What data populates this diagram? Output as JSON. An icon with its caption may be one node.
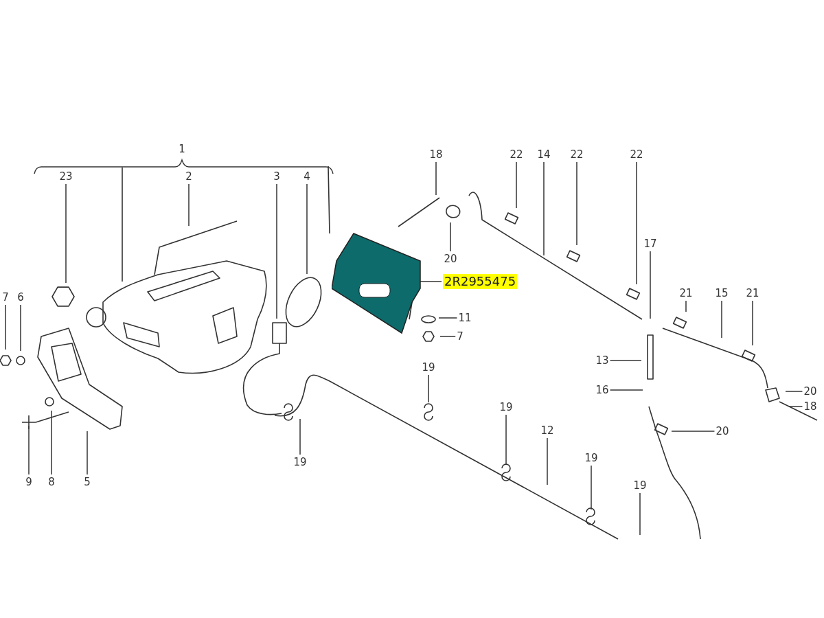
{
  "diagram": {
    "nodes": [
      {
        "text": [
          "18"
        ]
      },
      {
        "text": [
          "22"
        ]
      },
      {
        "text": [
          "14"
        ]
      },
      {
        "text": [
          "22"
        ]
      },
      {
        "text": [
          "22"
        ]
      },
      {
        "text": [
          "23"
        ]
      },
      {
        "text": [
          "2"
        ]
      },
      {
        "text": [
          "3"
        ]
      },
      {
        "text": [
          "4"
        ]
      },
      {
        "text": [
          "17"
        ]
      },
      {
        "text": [
          "20"
        ]
      },
      {
        "text": [
          "2R2955475"
        ]
      },
      {
        "text": [],
        "shape": "picture"
      },
      {
        "text": [
          "21"
        ]
      },
      {
        "text": [
          "15"
        ]
      },
      {
        "text": [
          "21"
        ]
      },
      {
        "text": [
          "7"
        ]
      },
      {
        "text": [
          "6"
        ]
      },
      {
        "text": [
          "11"
        ]
      },
      {
        "text": [
          "7"
        ]
      },
      {
        "text": [
          "13"
        ]
      },
      {
        "text": [
          "19"
        ]
      },
      {
        "text": [
          "16"
        ]
      },
      {
        "text": [
          "20"
        ]
      },
      {
        "text": [
          "18"
        ]
      },
      {
        "text": [
          "19"
        ]
      },
      {
        "text": [
          "12"
        ]
      },
      {
        "text": [
          "20"
        ]
      },
      {
        "text": [
          "19"
        ]
      },
      {
        "text": [
          "19"
        ]
      },
      {
        "text": [
          "9"
        ]
      },
      {
        "text": [
          "8"
        ]
      },
      {
        "text": [
          "5"
        ]
      },
      {
        "text": [
          "19"
        ]
      }
    ],
    "edges": [
      {
        "from": 0,
        "to": null,
        "arrow": "none"
      },
      {
        "from": 1,
        "to": null,
        "arrow": "none"
      },
      {
        "from": 2,
        "to": null,
        "arrow": "none"
      },
      {
        "from": 3,
        "to": null,
        "arrow": "none"
      },
      {
        "from": 4,
        "to": null,
        "arrow": "none"
      },
      {
        "from": 5,
        "to": null,
        "arrow": "none"
      },
      {
        "from": 6,
        "to": null,
        "arrow": "none"
      },
      {
        "from": 7,
        "to": null,
        "arrow": "none"
      },
      {
        "from": 8,
        "to": null,
        "arrow": "none"
      },
      {
        "from": 9,
        "to": null,
        "arrow": "none"
      },
      {
        "from": 10,
        "to": null,
        "arrow": "none"
      },
      {
        "from": 11,
        "to": 12,
        "arrow": "none"
      },
      {
        "from": 13,
        "to": null,
        "arrow": "none"
      },
      {
        "from": 14,
        "to": null,
        "arrow": "none"
      },
      {
        "from": 15,
        "to": null,
        "arrow": "none"
      },
      {
        "from": 16,
        "to": null,
        "arrow": "none"
      },
      {
        "from": 17,
        "to": null,
        "arrow": "none"
      },
      {
        "from": 18,
        "to": null,
        "arrow": "none"
      },
      {
        "from": 19,
        "to": null,
        "arrow": "none"
      },
      {
        "from": 20,
        "to": null,
        "arrow": "none"
      },
      {
        "from": 21,
        "to": null,
        "arrow": "none"
      },
      {
        "from": 22,
        "to": null,
        "arrow": "none"
      },
      {
        "from": 23,
        "to": null,
        "arrow": "none"
      },
      {
        "from": 24,
        "to": null,
        "arrow": "none"
      },
      {
        "from": 25,
        "to": null,
        "arrow": "none"
      },
      {
        "from": 26,
        "to": null,
        "arrow": "none"
      },
      {
        "from": 27,
        "to": null,
        "arrow": "none"
      },
      {
        "from": 28,
        "to": null,
        "arrow": "none"
      },
      {
        "from": 29,
        "to": null,
        "arrow": "none"
      },
      {
        "from": 30,
        "to": null,
        "arrow": "none"
      },
      {
        "from": 31,
        "to": null,
        "arrow": "none"
      },
      {
        "from": 32,
        "to": null,
        "arrow": "none"
      },
      {
        "from": 33,
        "to": null,
        "arrow": "none"
      }
    ],
    "labels": [
      "1"
    ]
  }
}
